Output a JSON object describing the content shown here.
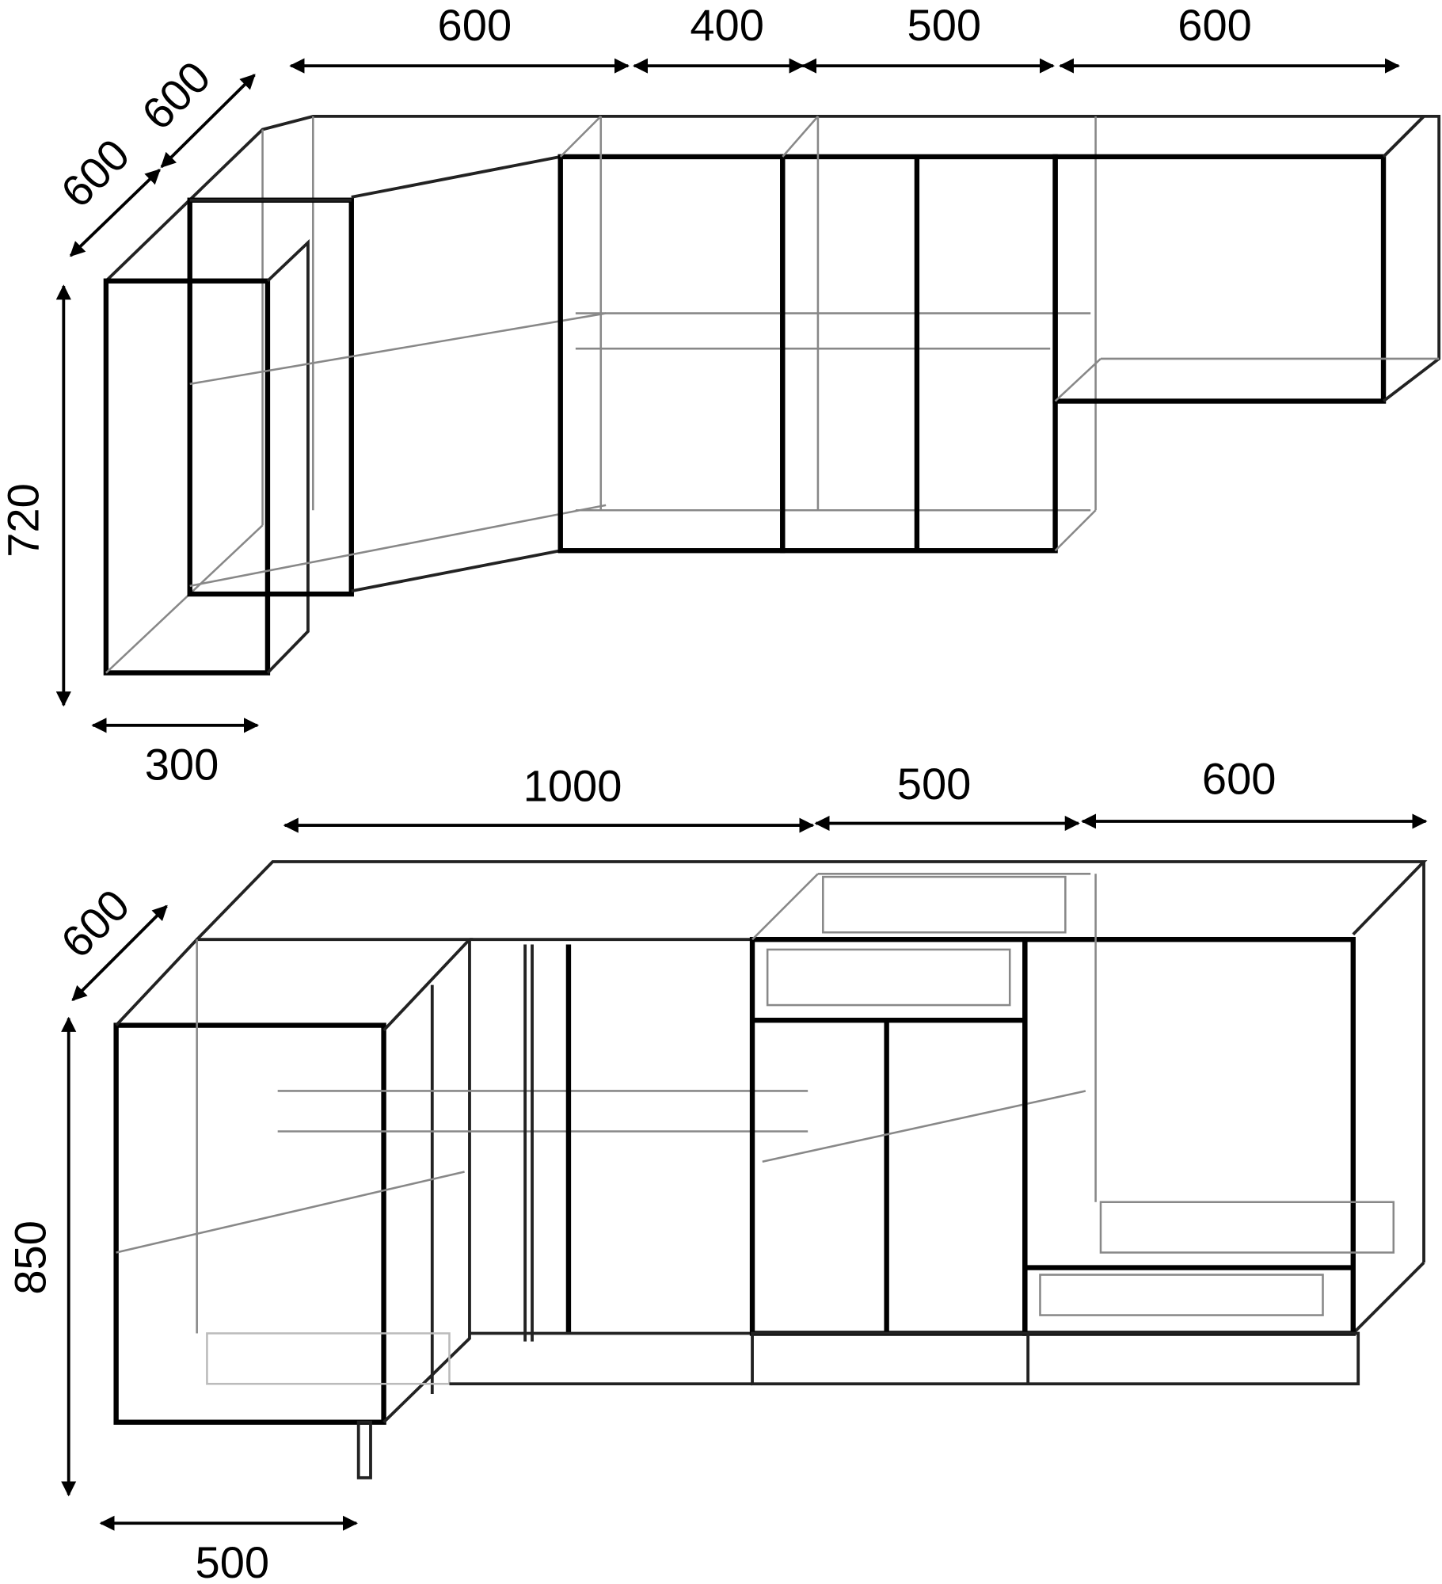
{
  "title": "Kitchen cabinet layout dimensions",
  "upper": {
    "widths": [
      "600",
      "400",
      "500",
      "600"
    ],
    "depths": [
      "600",
      "600"
    ],
    "height": "720",
    "end_width": "300"
  },
  "lower": {
    "widths": [
      "1000",
      "500",
      "600"
    ],
    "depth": "600",
    "height": "850",
    "end_width": "500"
  }
}
